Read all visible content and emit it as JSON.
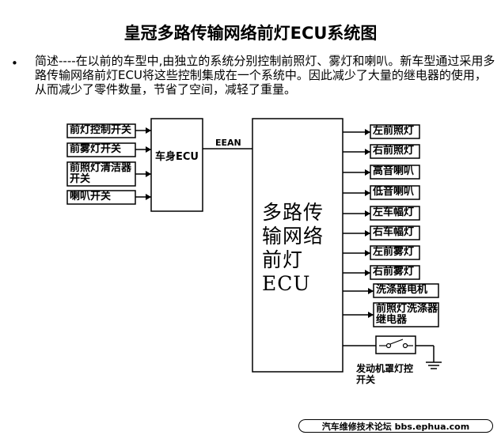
{
  "title": "皇冠多路传输网络前灯ECU系统图",
  "summary": "简述----在以前的车型中,由独立的系统分别控制前照灯、雾灯和喇叭。新车型通过采用多路传输网络前灯ECU将这些控制集成在一个系统中。因此减少了大量的继电器的使用，从而减少了零件数量，节省了空间，减轻了重量。",
  "bullet": "•",
  "inputs": [
    "前灯控制开关",
    "前雾灯开关",
    "前照灯清洁器开关",
    "喇叭开关"
  ],
  "body_ecu": "车身ECU",
  "bus": "EEAN",
  "main_ecu": "多路传输网络前灯ECU",
  "outputs": [
    "左前照灯",
    "右前照灯",
    "高音喇叭",
    "低音喇叭",
    "左车幅灯",
    "右车幅灯",
    "左前雾灯",
    "右前雾灯",
    "洗涤器电机",
    "前照灯洗涤器继电器"
  ],
  "switch_label": "发动机罩灯控开关",
  "footer": "汽车维修技术论坛 bbs.ephua.com"
}
